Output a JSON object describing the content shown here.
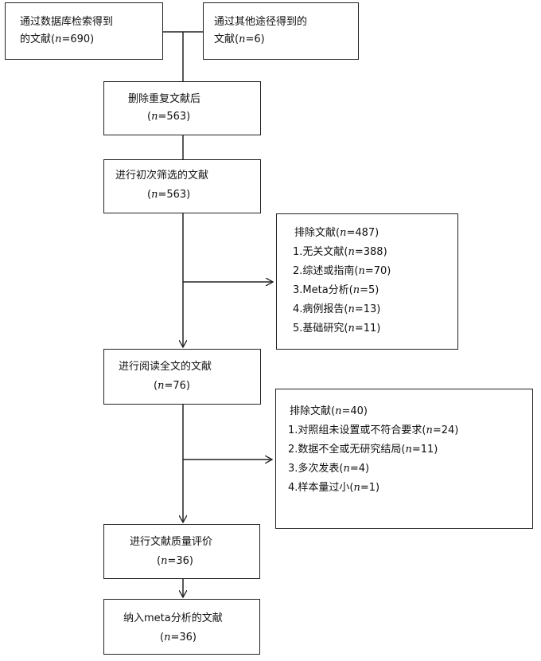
{
  "box_db": {
    "line1": "通过数据库检索得到",
    "line2_pre": "的文献(",
    "n": "n",
    "line2_post": "=690)"
  },
  "box_other": {
    "line1": "通过其他途径得到的",
    "line2_pre": "文献(",
    "n": "n",
    "line2_post": "=6)"
  },
  "box_dedup": {
    "line1": "删除重复文献后",
    "pre": "(",
    "n": "n",
    "post": "=563)"
  },
  "box_screen": {
    "line1": "进行初次筛选的文献",
    "pre": "(",
    "n": "n",
    "post": "=563)"
  },
  "exclude1": {
    "title_pre": "排除文献(",
    "title_n": "n",
    "title_post": "=487)",
    "items": [
      {
        "pre": "1.无关文献(",
        "n": "n",
        "post": "=388)"
      },
      {
        "pre": "2.综述或指南(",
        "n": "n",
        "post": "=70)"
      },
      {
        "pre": "3.Meta分析(",
        "n": "n",
        "post": "=5)"
      },
      {
        "pre": "4.病例报告(",
        "n": "n",
        "post": "=13)"
      },
      {
        "pre": "5.基础研究(",
        "n": "n",
        "post": "=11)"
      }
    ]
  },
  "box_fulltext": {
    "line1": "进行阅读全文的文献",
    "pre": "(",
    "n": "n",
    "post": "=76)"
  },
  "exclude2": {
    "title_pre": "排除文献(",
    "title_n": "n",
    "title_post": "=40)",
    "items": [
      {
        "pre": "1.对照组未设置或不符合要求(",
        "n": "n",
        "post": "=24)"
      },
      {
        "pre": "2.数据不全或无研究结局(",
        "n": "n",
        "post": "=11)"
      },
      {
        "pre": "3.多次发表(",
        "n": "n",
        "post": "=4)"
      },
      {
        "pre": "4.样本量过小(",
        "n": "n",
        "post": "=1)"
      }
    ]
  },
  "box_quality": {
    "line1": "进行文献质量评价",
    "pre": "(",
    "n": "n",
    "post": "=36)"
  },
  "box_included": {
    "line1": "纳入meta分析的文献",
    "pre": "(",
    "n": "n",
    "post": "=36)"
  }
}
